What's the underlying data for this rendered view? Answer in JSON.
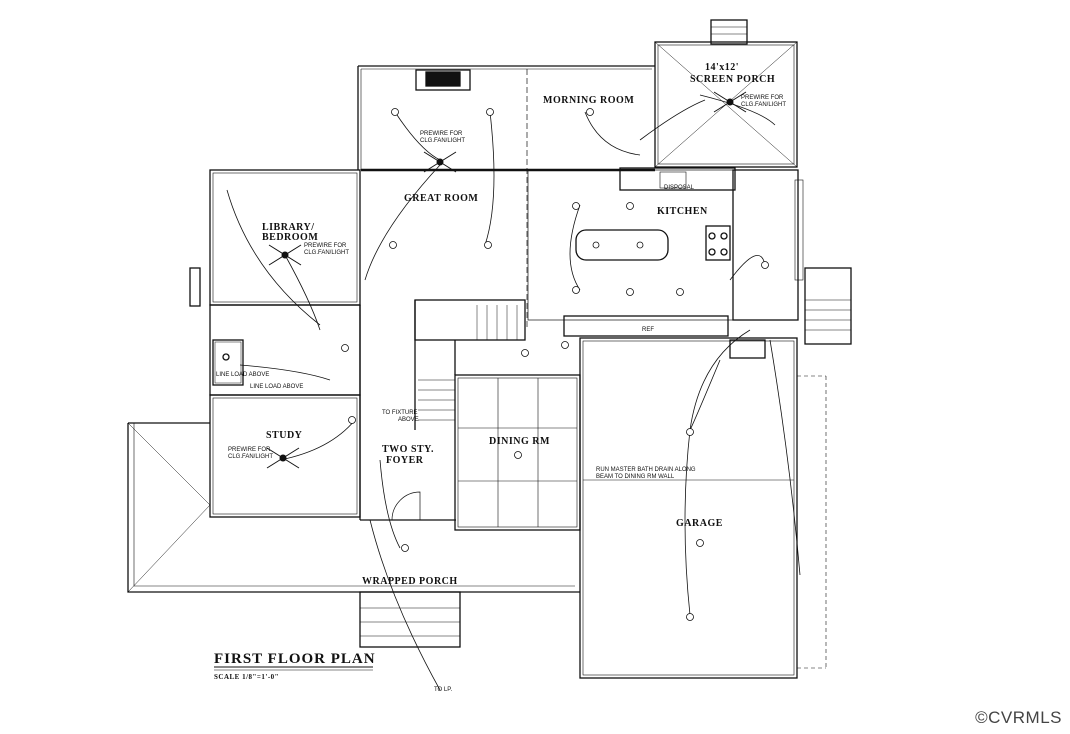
{
  "plan": {
    "title": "FIRST FLOOR PLAN",
    "scale": "SCALE 1/8\"=1'-0\"",
    "rooms": {
      "screen_porch_size": "14'x12'",
      "screen_porch": "SCREEN PORCH",
      "morning_room": "MORNING ROOM",
      "great_room": "GREAT ROOM",
      "kitchen": "KITCHEN",
      "library_1": "LIBRARY/",
      "library_2": "BEDROOM",
      "study": "STUDY",
      "foyer_1": "TWO STY.",
      "foyer_2": "FOYER",
      "dining": "DINING RM",
      "garage": "GARAGE",
      "wrapped_porch": "WRAPPED PORCH"
    },
    "notes": {
      "prewire_1": "PREWIRE FOR",
      "prewire_2": "CLG.FAN/LIGHT",
      "prewire_porch_2": "CLG.FAN/LIGHT",
      "prewire_great_2": "CLG.FAN/LIGHT",
      "prewire_lib_2": "CLG.FAN/LIGHT",
      "prewire_study_2": "CLG.FAN/LIGHT",
      "line_load_1": "LINE LOAD ABOVE",
      "line_load_2": "LINE LOAD ABOVE",
      "to_fixture_1": "TO FIXTURE",
      "to_fixture_2": "ABOVE",
      "bath_drain_1": "RUN MASTER BATH DRAIN ALONG",
      "bath_drain_2": "BEAM TO DINING RM WALL",
      "to_lp": "TO LP.",
      "disposal": "DISPOSAL",
      "ref": "REF"
    }
  },
  "watermark": "©CVRMLS"
}
